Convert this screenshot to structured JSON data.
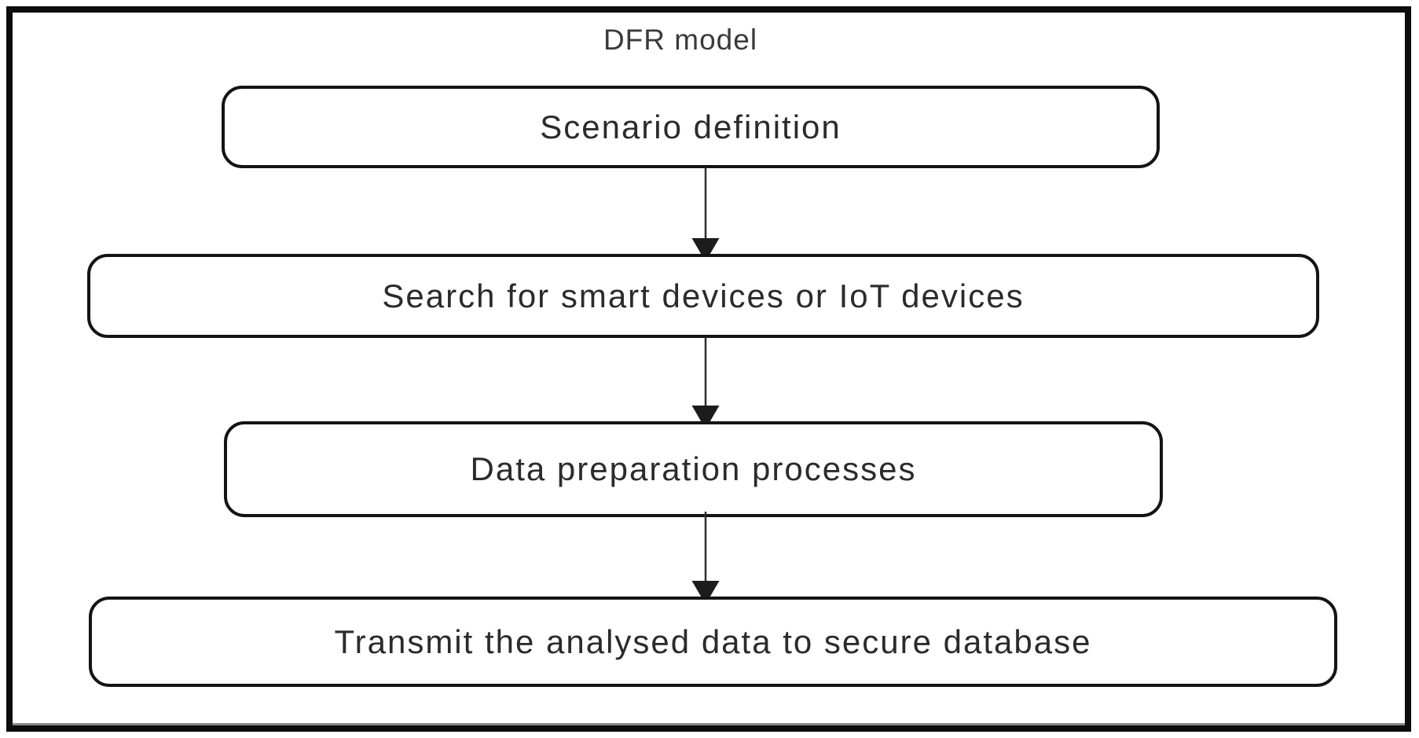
{
  "diagram": {
    "title": "DFR model",
    "type": "flowchart",
    "direction": "top-down",
    "nodes": [
      {
        "id": "scenario-definition",
        "label": "Scenario definition"
      },
      {
        "id": "search-devices",
        "label": "Search for smart devices or IoT devices"
      },
      {
        "id": "data-preparation",
        "label": "Data preparation processes"
      },
      {
        "id": "transmit-data",
        "label": "Transmit the analysed data to secure database"
      }
    ],
    "edges": [
      {
        "from": "scenario-definition",
        "to": "search-devices"
      },
      {
        "from": "search-devices",
        "to": "data-preparation"
      },
      {
        "from": "data-preparation",
        "to": "transmit-data"
      }
    ],
    "colors": {
      "background": "#ffffff",
      "frame_border": "#0d0d0d",
      "node_border": "#141414",
      "text": "#2b2b2b",
      "title_text": "#3a3a3a",
      "arrow": "#1c1c1c"
    }
  }
}
